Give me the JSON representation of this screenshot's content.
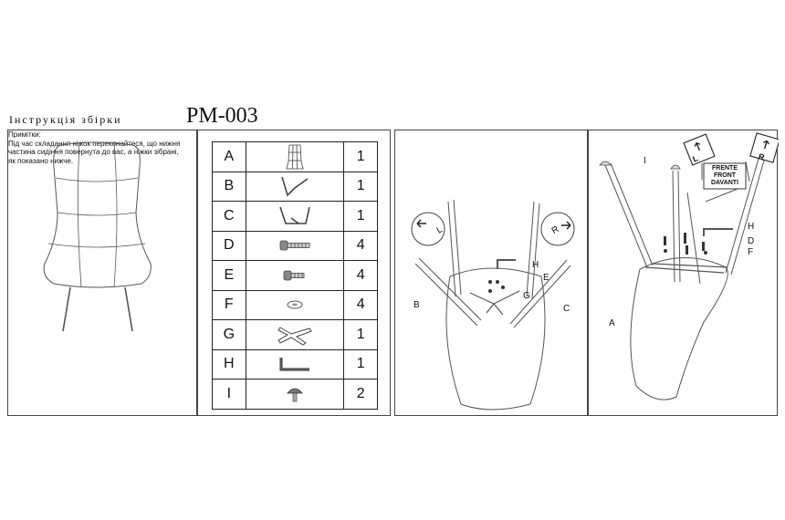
{
  "header": {
    "subtitle": "Інструкція збірки",
    "model": "PM-003"
  },
  "notes": {
    "title": "Примітки:",
    "text": "Під час складання ніжок переконайтеся, що нижня частина сидіння повернута до вас, а ніжки зібрані, як показано нижче."
  },
  "parts": [
    {
      "letter": "A",
      "icon": "seat-cushion-icon",
      "qty": "1"
    },
    {
      "letter": "B",
      "icon": "leg-frame-b-icon",
      "qty": "1"
    },
    {
      "letter": "C",
      "icon": "leg-frame-c-icon",
      "qty": "1"
    },
    {
      "letter": "D",
      "icon": "long-bolt-icon",
      "qty": "4"
    },
    {
      "letter": "E",
      "icon": "short-bolt-icon",
      "qty": "4"
    },
    {
      "letter": "F",
      "icon": "washer-icon",
      "qty": "4"
    },
    {
      "letter": "G",
      "icon": "cross-bracket-icon",
      "qty": "1"
    },
    {
      "letter": "H",
      "icon": "allen-key-icon",
      "qty": "1"
    },
    {
      "letter": "I",
      "icon": "foot-cap-icon",
      "qty": "2"
    }
  ],
  "step1": {
    "labels": {
      "b": "B",
      "c": "C",
      "e": "E",
      "g": "G",
      "h": "H"
    },
    "signs": {
      "left": "L",
      "right": "R"
    }
  },
  "step2": {
    "labels": {
      "a": "A",
      "i": "I",
      "h": "H",
      "d": "D",
      "f": "F"
    },
    "signs": {
      "left": "L",
      "right": "R"
    },
    "front_label": [
      "FRENTE",
      "FRONT",
      "DAVANTI"
    ]
  }
}
